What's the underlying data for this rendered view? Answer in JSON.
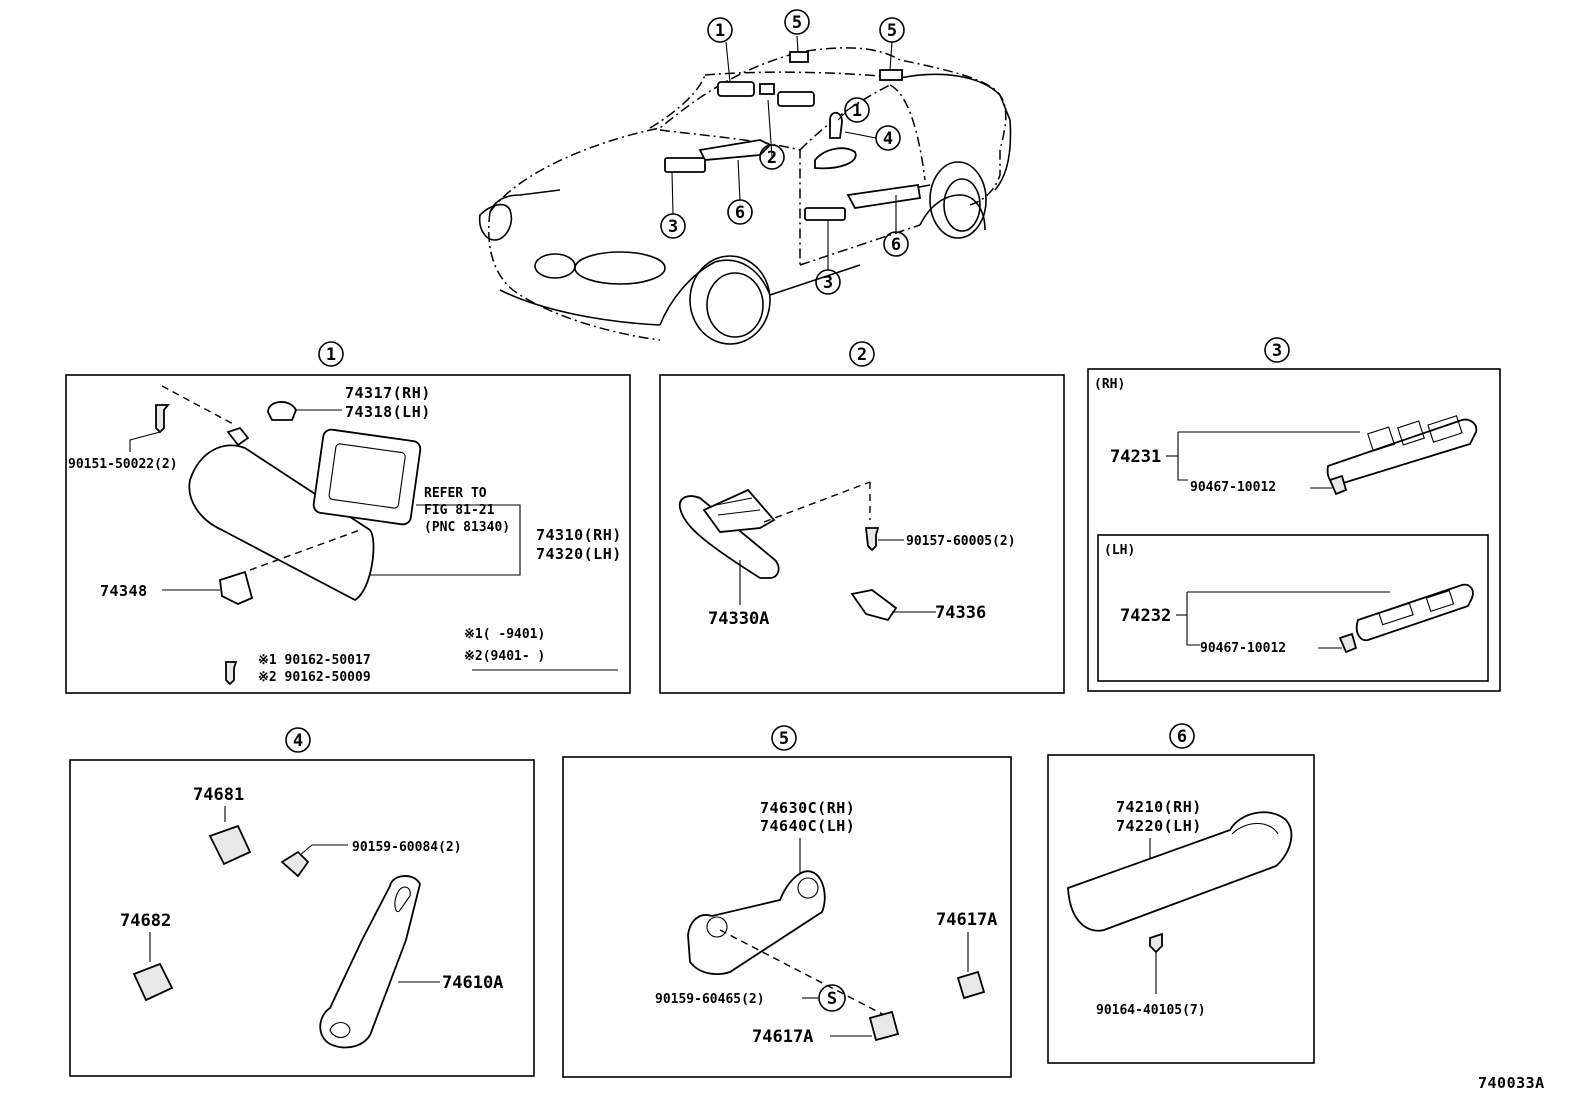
{
  "figure_code": "740033A",
  "overview": {
    "callouts": [
      "1",
      "5",
      "5",
      "1",
      "4",
      "2",
      "3",
      "6",
      "6",
      "3"
    ]
  },
  "panels": [
    {
      "number": "1",
      "labels": {
        "p1": "74317(RH)",
        "p2": "74318(LH)",
        "p3": "90151-50022(2)",
        "p4": "REFER TO",
        "p5": "FIG 81-21",
        "p6": "(PNC 81340)",
        "p7": "74310(RH)",
        "p8": "74320(LH)",
        "p9": "74348",
        "p10": "※1(      -9401)",
        "p11": "※2(9401-      )",
        "p12": "※1 90162-50017",
        "p13": "※2 90162-50009"
      }
    },
    {
      "number": "2",
      "labels": {
        "p1": "90157-60005(2)",
        "p2": "74330A",
        "p3": "74336"
      }
    },
    {
      "number": "3",
      "labels": {
        "rh": "(RH)",
        "p1": "74231",
        "p2": "90467-10012",
        "lh": "(LH)",
        "p3": "74232",
        "p4": "90467-10012"
      }
    },
    {
      "number": "4",
      "labels": {
        "p1": "74681",
        "p2": "90159-60084(2)",
        "p3": "74682",
        "p4": "74610A"
      }
    },
    {
      "number": "5",
      "labels": {
        "p1": "74630C(RH)",
        "p2": "74640C(LH)",
        "p3": "74617A",
        "p4": "90159-60465(2)",
        "s": "S",
        "p5": "74617A"
      }
    },
    {
      "number": "6",
      "labels": {
        "p1": "74210(RH)",
        "p2": "74220(LH)",
        "p3": "90164-40105(7)"
      }
    }
  ]
}
